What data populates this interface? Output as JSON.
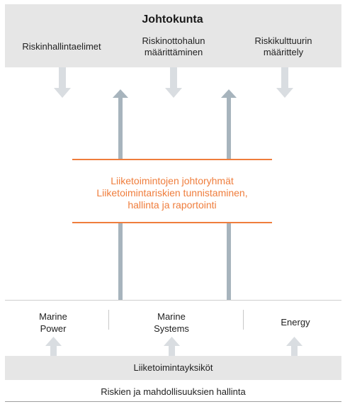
{
  "top": {
    "title": "Johtokunta",
    "items": [
      {
        "line1": "Riskinhallintaelimet",
        "line2": ""
      },
      {
        "line1": "Riskinottohalun",
        "line2": "määrittäminen"
      },
      {
        "line1": "Riskikulttuurin",
        "line2": "määrittely"
      }
    ]
  },
  "middle": {
    "line1": "Liiketoimintojen johtoryhmät",
    "line2": "Liiketoimintariskien tunnistaminen,",
    "line3": "hallinta ja raportointi"
  },
  "units": [
    {
      "line1": "Marine",
      "line2": "Power"
    },
    {
      "line1": "Marine",
      "line2": "Systems"
    },
    {
      "line1": "Energy",
      "line2": ""
    }
  ],
  "bottom": {
    "band_label": "Liiketoimintayksiköt",
    "footer_label": "Riskien ja mahdollisuuksien hallinta"
  },
  "colors": {
    "panel": "#e6e6e6",
    "accent_orange": "#ef7d3c",
    "arrow_light": "#d9dde1",
    "arrow_dark": "#a7b4bd"
  }
}
